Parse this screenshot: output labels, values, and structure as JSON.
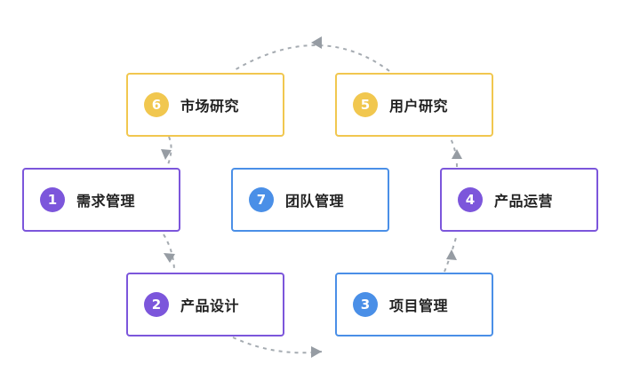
{
  "colors": {
    "yellow": "#F1C74F",
    "purple": "#7C56DB",
    "blue": "#4A8FE7",
    "arrow": "#9AA1A8"
  },
  "nodes": [
    {
      "id": "6",
      "label": "市场研究",
      "color": "yellow"
    },
    {
      "id": "5",
      "label": "用户研究",
      "color": "yellow"
    },
    {
      "id": "1",
      "label": "需求管理",
      "color": "purple"
    },
    {
      "id": "7",
      "label": "团队管理",
      "color": "blue"
    },
    {
      "id": "4",
      "label": "产品运营",
      "color": "purple"
    },
    {
      "id": "2",
      "label": "产品设计",
      "color": "purple"
    },
    {
      "id": "3",
      "label": "项目管理",
      "color": "blue"
    }
  ]
}
